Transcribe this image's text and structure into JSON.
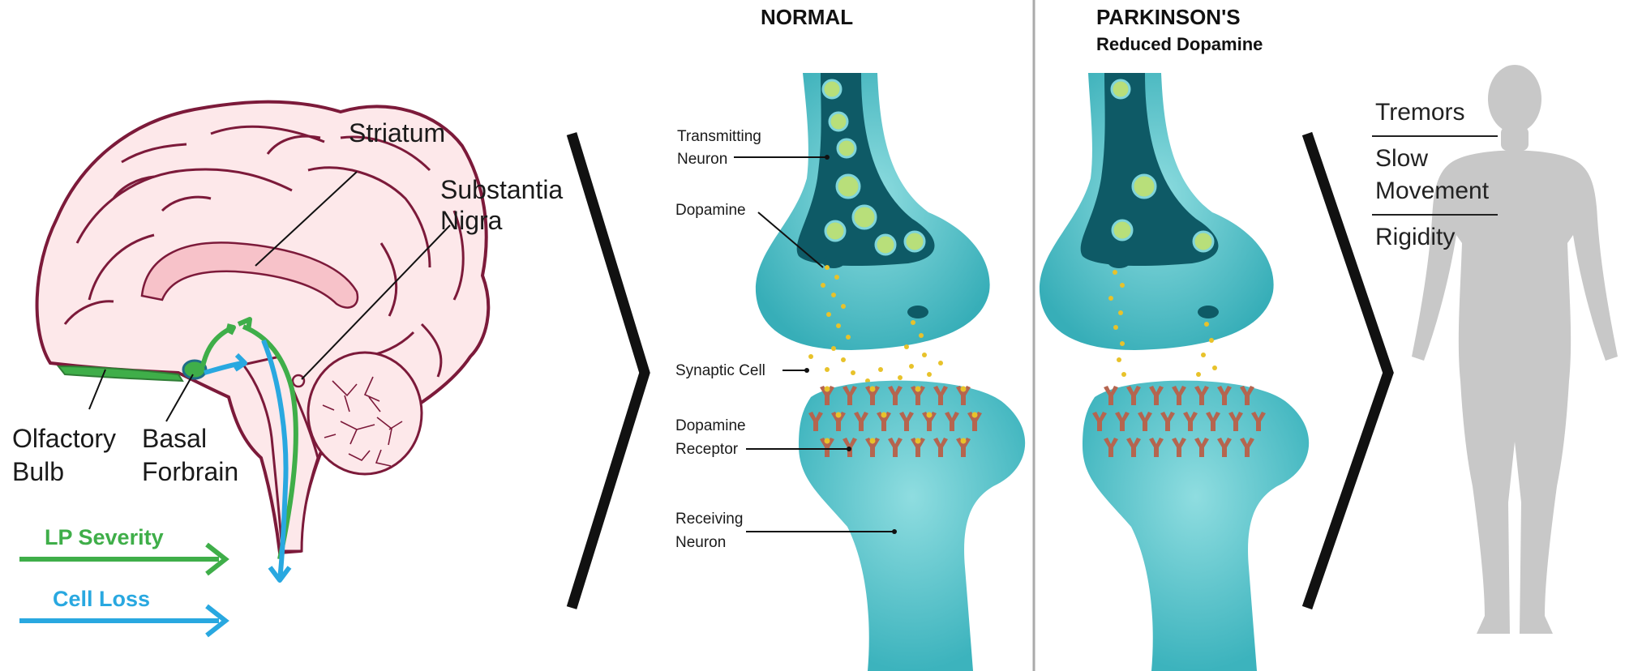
{
  "brain": {
    "labels": {
      "striatum": "Striatum",
      "substantia_1": "Substantia",
      "substantia_2": "Nigra",
      "olfactory_1": "Olfactory",
      "olfactory_2": "Bulb",
      "basal_1": "Basal",
      "basal_2": "Forbrain"
    },
    "legend": {
      "lp_severity": "LP Severity",
      "cell_loss": "Cell Loss"
    }
  },
  "synapse": {
    "normal_title": "NORMAL",
    "parkinsons_title": "PARKINSON'S",
    "parkinsons_subtitle": "Reduced Dopamine",
    "labels": {
      "transmitting_1": "Transmitting",
      "transmitting_2": "Neuron",
      "dopamine": "Dopamine",
      "synaptic": "Synaptic Cell",
      "receptor_1": "Dopamine",
      "receptor_2": "Receptor",
      "receiving_1": "Receiving",
      "receiving_2": "Neuron"
    }
  },
  "symptoms": [
    "Tremors",
    "Slow",
    "Movement",
    "Rigidity"
  ],
  "colors": {
    "lp_green": "#3fae49",
    "cell_loss_blue": "#29a8e0",
    "brain_outline": "#7c1a3a",
    "brain_fill": "#fde8ea",
    "neuron_teal": "#3fbfc6",
    "neuron_dark": "#0e5a66",
    "dopamine_yellow": "#e8c22a",
    "receptor": "#b5654f",
    "silhouette": "#c8c8c8"
  }
}
